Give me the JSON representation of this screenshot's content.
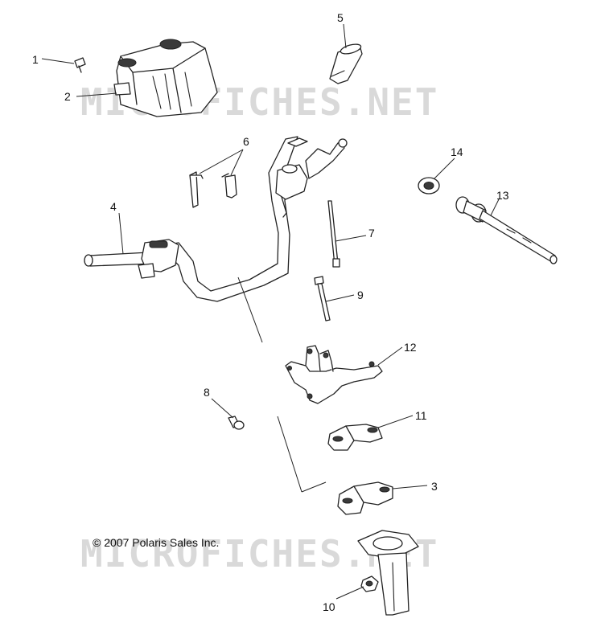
{
  "callouts": [
    "1",
    "2",
    "3",
    "4",
    "5",
    "6",
    "7",
    "8",
    "9",
    "10",
    "11",
    "12",
    "13",
    "14"
  ],
  "copyright": "© 2007  Polaris Sales Inc.",
  "watermark": "MICROFICHES.NET",
  "colors": {
    "line": "#222222",
    "watermark": "#d9d9d9",
    "background": "#ffffff"
  }
}
